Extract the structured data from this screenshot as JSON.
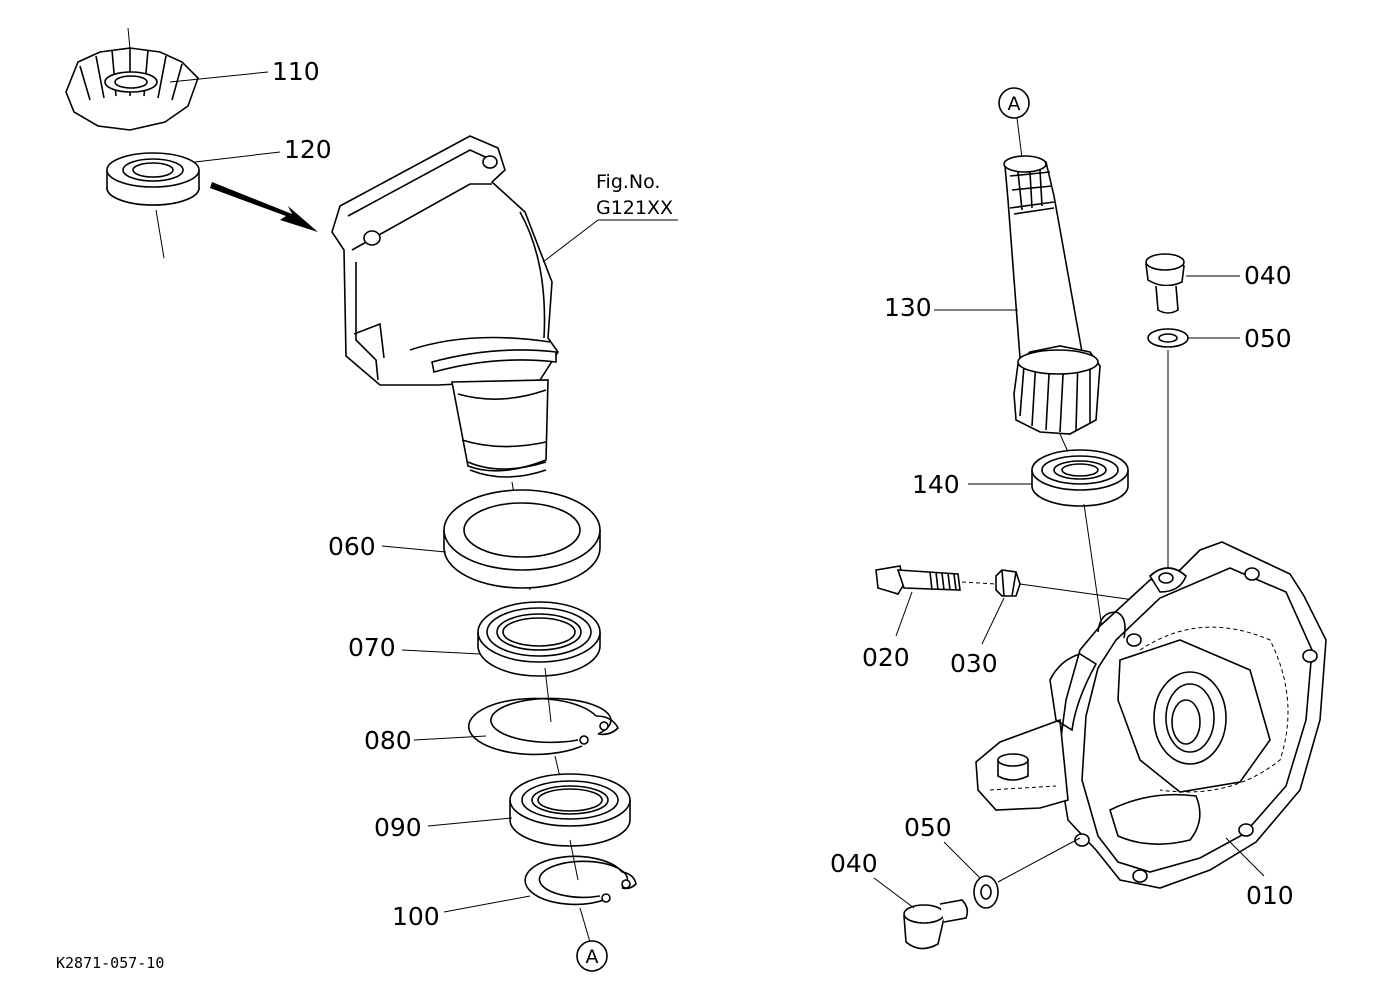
{
  "parts": [
    {
      "id": "010",
      "label": "010"
    },
    {
      "id": "020",
      "label": "020"
    },
    {
      "id": "030",
      "label": "030"
    },
    {
      "id": "040a",
      "label": "040"
    },
    {
      "id": "040b",
      "label": "040"
    },
    {
      "id": "050a",
      "label": "050"
    },
    {
      "id": "050b",
      "label": "050"
    },
    {
      "id": "060",
      "label": "060"
    },
    {
      "id": "070",
      "label": "070"
    },
    {
      "id": "080",
      "label": "080"
    },
    {
      "id": "090",
      "label": "090"
    },
    {
      "id": "100",
      "label": "100"
    },
    {
      "id": "110",
      "label": "110"
    },
    {
      "id": "120",
      "label": "120"
    },
    {
      "id": "130",
      "label": "130"
    },
    {
      "id": "140",
      "label": "140"
    }
  ],
  "reference": {
    "fig_label": "Fig.No.",
    "fig_number": "G121XX"
  },
  "connector": {
    "marker": "A"
  },
  "drawing_code": "K2871-057-10"
}
